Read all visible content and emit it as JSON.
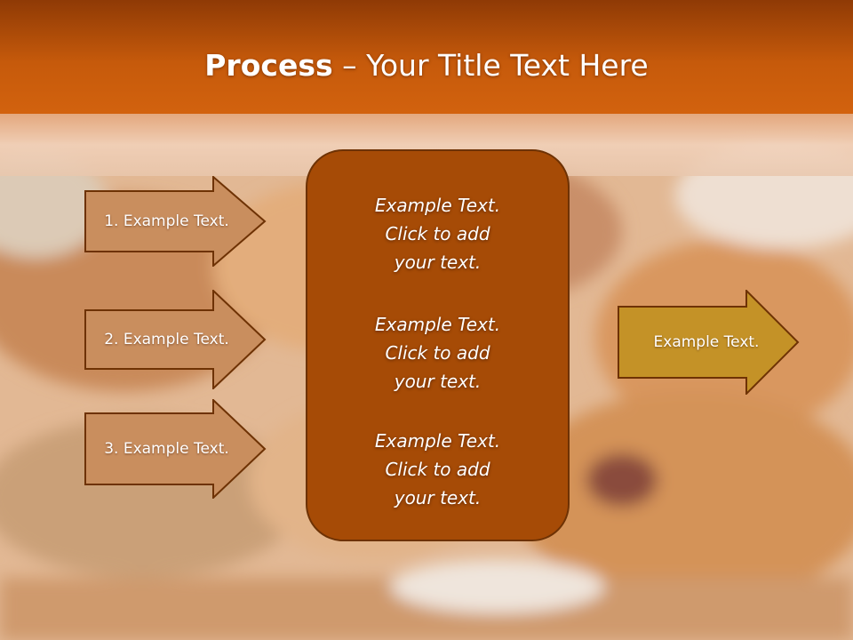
{
  "slide": {
    "title_bold": "Process",
    "title_rest": " – Your Title Text Here"
  },
  "steps": [
    {
      "label": "1. Example Text."
    },
    {
      "label": "2. Example Text."
    },
    {
      "label": "3. Example Text."
    }
  ],
  "center_blocks": [
    {
      "line1": "Example Text.",
      "line2": "Click  to add",
      "line3": "your text."
    },
    {
      "line1": "Example Text.",
      "line2": "Click  to add",
      "line3": "your text."
    },
    {
      "line1": "Example Text.",
      "line2": "Click  to add",
      "line3": "your text."
    }
  ],
  "result": {
    "label": "Example Text."
  },
  "colors": {
    "header": "#c4580c",
    "step_arrow": "#c98e5e",
    "center_box": "#a64b06",
    "result_arrow": "#c49227"
  }
}
